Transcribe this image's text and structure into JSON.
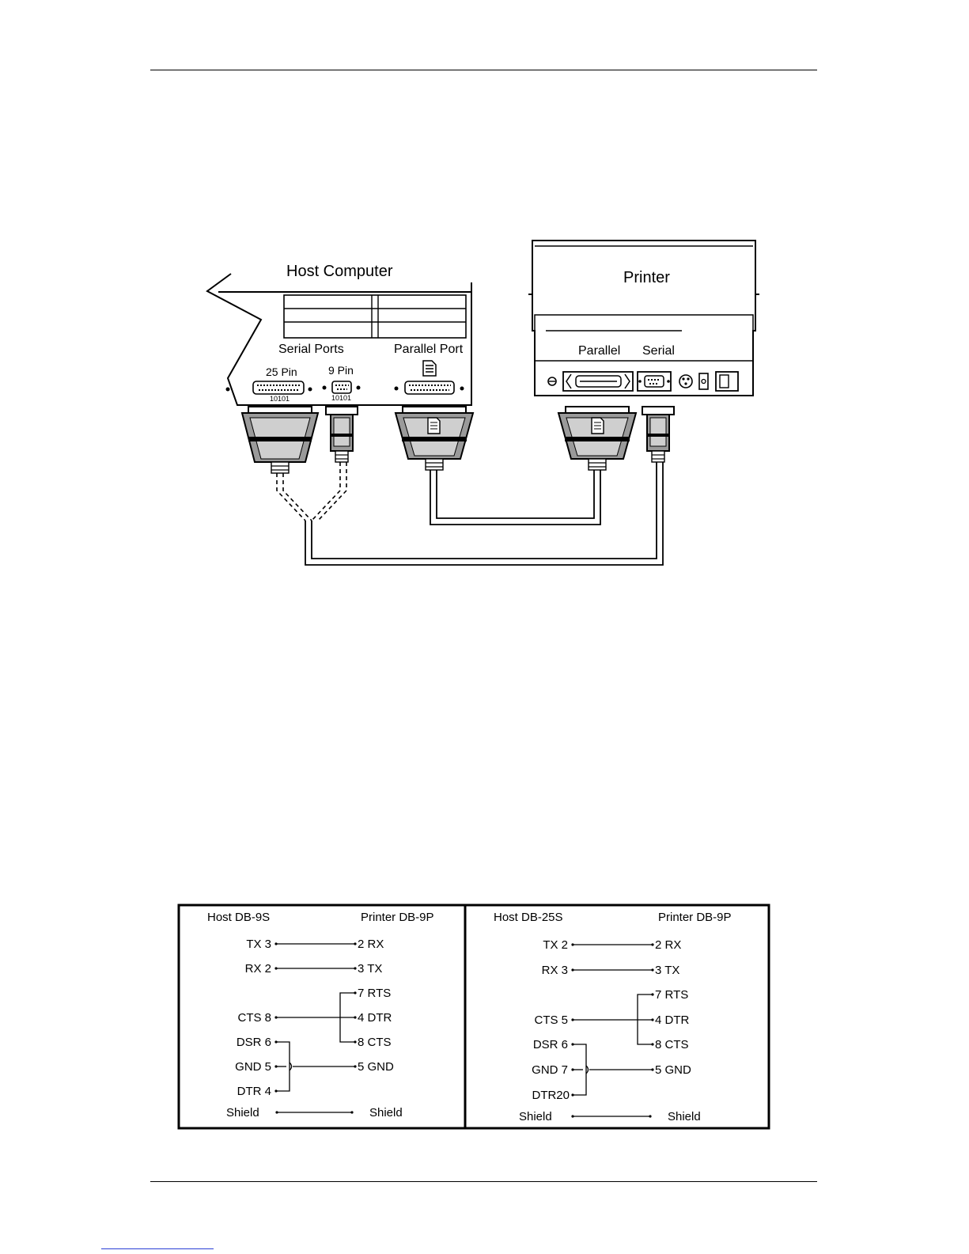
{
  "connection_diagram": {
    "host_label": "Host Computer",
    "serial_ports_label": "Serial Ports",
    "parallel_port_label": "Parallel Port",
    "pin25_label": "25 Pin",
    "pin9_label": "9 Pin",
    "pin25_code": "10101",
    "pin9_code": "10101",
    "printer_label": "Printer",
    "printer_parallel_label": "Parallel",
    "printer_serial_label": "Serial"
  },
  "wiring_tables": [
    {
      "host_header": "Host DB-9S",
      "printer_header": "Printer DB-9P",
      "rows": [
        {
          "host": "TX 3",
          "printer": "2 RX"
        },
        {
          "host": "RX 2",
          "printer": "3 TX"
        },
        {
          "host": "",
          "printer": "7 RTS"
        },
        {
          "host": "CTS 8",
          "printer": "4 DTR"
        },
        {
          "host": "DSR 6",
          "printer": "8 CTS"
        },
        {
          "host": "GND 5",
          "printer": "5 GND"
        },
        {
          "host": "DTR 4",
          "printer": ""
        }
      ],
      "shield_host": "Shield",
      "shield_printer": "Shield"
    },
    {
      "host_header": "Host DB-25S",
      "printer_header": "Printer DB-9P",
      "rows": [
        {
          "host": "TX 2",
          "printer": "2 RX"
        },
        {
          "host": "RX 3",
          "printer": "3 TX"
        },
        {
          "host": "",
          "printer": "7 RTS"
        },
        {
          "host": "CTS 5",
          "printer": "4 DTR"
        },
        {
          "host": "DSR 6",
          "printer": "8 CTS"
        },
        {
          "host": "GND 7",
          "printer": "5 GND"
        },
        {
          "host": "DTR20",
          "printer": ""
        }
      ],
      "shield_host": "Shield",
      "shield_printer": "Shield"
    }
  ]
}
